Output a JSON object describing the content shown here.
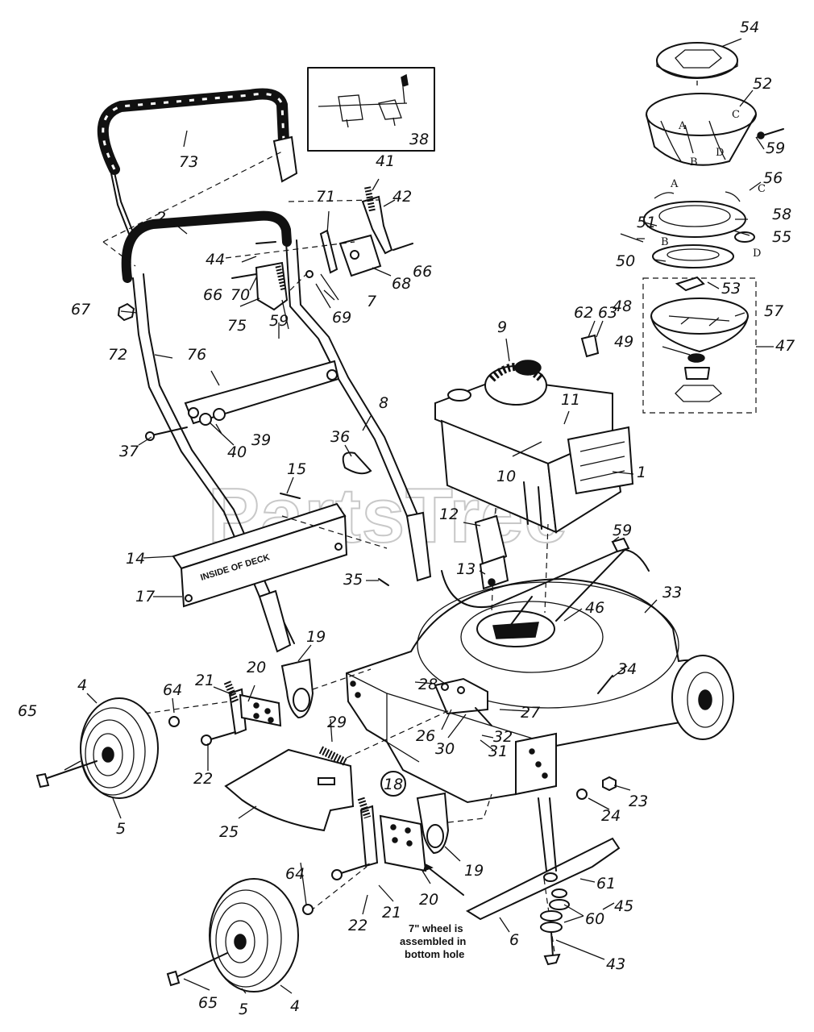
{
  "watermark": {
    "text": "PartsTree",
    "tm": "TM"
  },
  "notes": {
    "wheel_note_1": "7\" wheel is",
    "wheel_note_2": "assembled in",
    "wheel_note_3": "bottom hole",
    "deck_bracket_text": "INSIDE OF DECK"
  },
  "section_letters": [
    "A",
    "B",
    "C",
    "D"
  ],
  "inset_label": "38",
  "circled_callout": "18",
  "part_labels": [
    {
      "key": "l54",
      "text": "54"
    },
    {
      "key": "l52",
      "text": "52"
    },
    {
      "key": "l59a",
      "text": "59"
    },
    {
      "key": "l56",
      "text": "56"
    },
    {
      "key": "l51",
      "text": "51"
    },
    {
      "key": "l58",
      "text": "58"
    },
    {
      "key": "l55",
      "text": "55"
    },
    {
      "key": "l50",
      "text": "50"
    },
    {
      "key": "l53",
      "text": "53"
    },
    {
      "key": "l57",
      "text": "57"
    },
    {
      "key": "l48",
      "text": "48"
    },
    {
      "key": "l47",
      "text": "47"
    },
    {
      "key": "l49",
      "text": "49"
    },
    {
      "key": "l73",
      "text": "73"
    },
    {
      "key": "l41",
      "text": "41"
    },
    {
      "key": "l42",
      "text": "42"
    },
    {
      "key": "l71",
      "text": "71"
    },
    {
      "key": "l2",
      "text": "2"
    },
    {
      "key": "l44",
      "text": "44"
    },
    {
      "key": "l66a",
      "text": "66"
    },
    {
      "key": "l68",
      "text": "68"
    },
    {
      "key": "l66b",
      "text": "66"
    },
    {
      "key": "l70",
      "text": "70"
    },
    {
      "key": "l7",
      "text": "7"
    },
    {
      "key": "l69",
      "text": "69"
    },
    {
      "key": "l75",
      "text": "75"
    },
    {
      "key": "l59b",
      "text": "59"
    },
    {
      "key": "l67",
      "text": "67"
    },
    {
      "key": "l72",
      "text": "72"
    },
    {
      "key": "l76",
      "text": "76"
    },
    {
      "key": "l9",
      "text": "9"
    },
    {
      "key": "l62",
      "text": "62"
    },
    {
      "key": "l63",
      "text": "63"
    },
    {
      "key": "l11",
      "text": "11"
    },
    {
      "key": "l10",
      "text": "10"
    },
    {
      "key": "l1",
      "text": "1"
    },
    {
      "key": "l8",
      "text": "8"
    },
    {
      "key": "l36",
      "text": "36"
    },
    {
      "key": "l39",
      "text": "39"
    },
    {
      "key": "l40",
      "text": "40"
    },
    {
      "key": "l37",
      "text": "37"
    },
    {
      "key": "l15",
      "text": "15"
    },
    {
      "key": "l12",
      "text": "12"
    },
    {
      "key": "l59c",
      "text": "59"
    },
    {
      "key": "l14",
      "text": "14"
    },
    {
      "key": "l17",
      "text": "17"
    },
    {
      "key": "l13",
      "text": "13"
    },
    {
      "key": "l35",
      "text": "35"
    },
    {
      "key": "l33",
      "text": "33"
    },
    {
      "key": "l46",
      "text": "46"
    },
    {
      "key": "l19a",
      "text": "19"
    },
    {
      "key": "l34",
      "text": "34"
    },
    {
      "key": "l4a",
      "text": "4"
    },
    {
      "key": "l64a",
      "text": "64"
    },
    {
      "key": "l21a",
      "text": "21"
    },
    {
      "key": "l20a",
      "text": "20"
    },
    {
      "key": "l28",
      "text": "28"
    },
    {
      "key": "l27",
      "text": "27"
    },
    {
      "key": "l65a",
      "text": "65"
    },
    {
      "key": "l29",
      "text": "29"
    },
    {
      "key": "l26",
      "text": "26"
    },
    {
      "key": "l30",
      "text": "30"
    },
    {
      "key": "l32",
      "text": "32"
    },
    {
      "key": "l31",
      "text": "31"
    },
    {
      "key": "l22a",
      "text": "22"
    },
    {
      "key": "l5a",
      "text": "5"
    },
    {
      "key": "l25",
      "text": "25"
    },
    {
      "key": "l23",
      "text": "23"
    },
    {
      "key": "l24",
      "text": "24"
    },
    {
      "key": "l19b",
      "text": "19"
    },
    {
      "key": "l64b",
      "text": "64"
    },
    {
      "key": "l61",
      "text": "61"
    },
    {
      "key": "l45",
      "text": "45"
    },
    {
      "key": "l22b",
      "text": "22"
    },
    {
      "key": "l21b",
      "text": "21"
    },
    {
      "key": "l20b",
      "text": "20"
    },
    {
      "key": "l60",
      "text": "60"
    },
    {
      "key": "l6",
      "text": "6"
    },
    {
      "key": "l43",
      "text": "43"
    },
    {
      "key": "l65b",
      "text": "65"
    },
    {
      "key": "l5b",
      "text": "5"
    },
    {
      "key": "l4b",
      "text": "4"
    }
  ]
}
